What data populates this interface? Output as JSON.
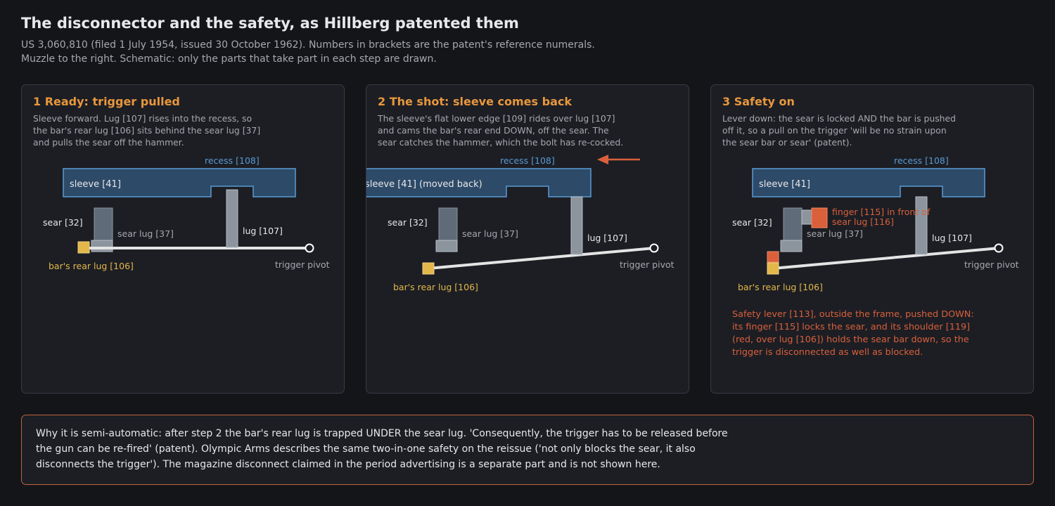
{
  "title": "The disconnector and the safety, as Hillberg patented them",
  "subtitle_lines": [
    "US 3,060,810 (filed 1 July 1954, issued 30 October 1962). Numbers in brackets are the patent's reference numerals.",
    "Muzzle to the right. Schematic: only the parts that take part in each step are drawn."
  ],
  "colors": {
    "background": "#141519",
    "panel": "#1c1e24",
    "heading_orange": "#e8973d",
    "sleeve_fill": "#2d4a68",
    "sleeve_stroke": "#5a9bd5",
    "label_blue": "#5a9bd5",
    "part_gray": "#8c949e",
    "sear_slate": "#5f6b78",
    "lug_yellow": "#e3b74a",
    "safety_red": "#d9603b"
  },
  "panels": [
    {
      "heading": "1 Ready: trigger pulled",
      "desc_lines": [
        "Sleeve forward. Lug [107] rises into the recess, so",
        "the bar's rear lug [106] sits behind the sear lug [37]",
        "and pulls the sear off the hammer."
      ],
      "labels": {
        "recess": "recess [108]",
        "sleeve": "sleeve [41]",
        "sear": "sear [32]",
        "sear_lug": "sear lug [37]",
        "lug": "lug [107]",
        "rear_lug": "bar's rear lug [106]",
        "pivot": "trigger pivot"
      }
    },
    {
      "heading": "2 The shot: sleeve comes back",
      "desc_lines": [
        "The sleeve's flat lower edge [109] rides over lug [107]",
        "and cams the bar's rear end DOWN, off the sear. The",
        "sear catches the hammer, which the bolt has re-cocked."
      ],
      "labels": {
        "recess": "recess [108]",
        "sleeve": "sleeve [41] (moved back)",
        "sear": "sear [32]",
        "sear_lug": "sear lug [37]",
        "lug": "lug [107]",
        "rear_lug": "bar's rear lug [106]",
        "pivot": "trigger pivot"
      },
      "arrow": "left"
    },
    {
      "heading": "3 Safety on",
      "desc_lines": [
        "Lever down: the sear is locked AND the bar is pushed",
        "off it, so a pull on the trigger 'will be no strain upon",
        "the sear bar or sear' (patent)."
      ],
      "labels": {
        "recess": "recess [108]",
        "sleeve": "sleeve [41]",
        "sear": "sear [32]",
        "sear_lug": "sear lug [37]",
        "lug": "lug [107]",
        "rear_lug": "bar's rear lug [106]",
        "pivot": "trigger pivot",
        "finger_line1": "finger [115] in front of",
        "finger_line2": "sear lug [116]"
      },
      "note_lines": [
        "Safety lever [113], outside the frame, pushed DOWN:",
        "its finger [115] locks the sear, and its shoulder [119]",
        "(red, over lug [106]) holds the sear bar down, so the",
        "trigger is disconnected as well as blocked."
      ]
    }
  ],
  "footer_lines": [
    "Why it is semi-automatic: after step 2 the bar's rear lug is trapped UNDER the sear lug. 'Consequently, the trigger has to be released before",
    "the gun can be re-fired' (patent). Olympic Arms describes the same two-in-one safety on the reissue ('not only blocks the sear, it also",
    "disconnects the trigger'). The magazine disconnect claimed in the period advertising is a separate part and is not shown here."
  ]
}
